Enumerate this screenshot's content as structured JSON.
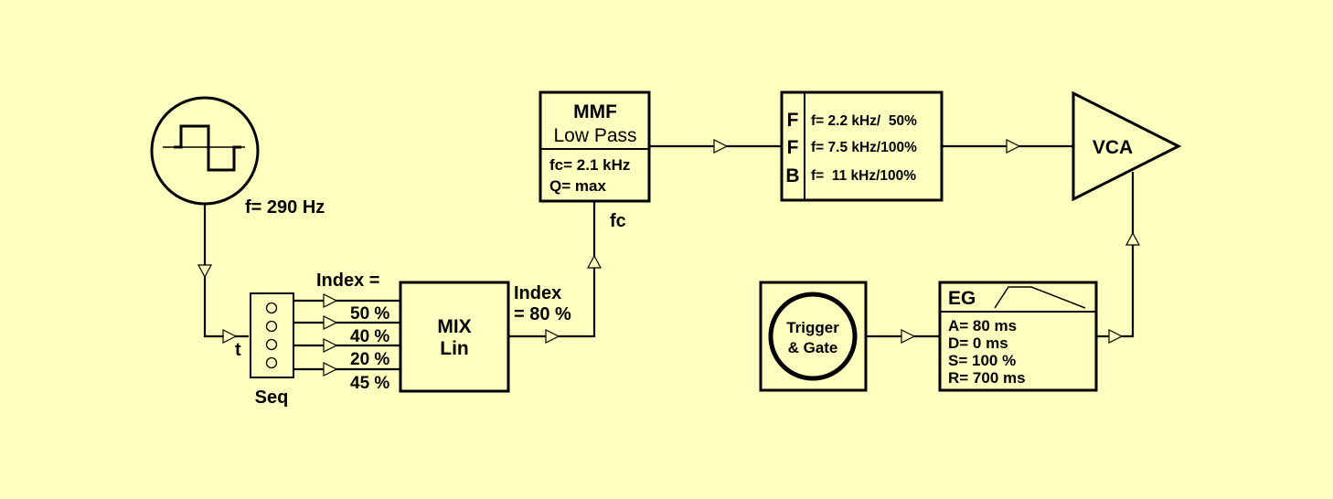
{
  "background": "#FFFFC0",
  "oscillator": {
    "icon": "square-wave-icon",
    "freq_label": "f= 290 Hz"
  },
  "sequencer": {
    "label": "Seq",
    "input_label": "t",
    "header_label": "Index =",
    "steps": [
      "50 %",
      "40 %",
      "20 %",
      "45 %"
    ]
  },
  "mixer": {
    "line1": "MIX",
    "line2": "Lin",
    "index_line1": "Index",
    "index_line2": "= 80 %"
  },
  "filter": {
    "title": "MMF",
    "subtitle": "Low Pass",
    "fc": "fc= 2.1 kHz",
    "q": "Q= max",
    "mod_input_label": "fc"
  },
  "filter_bank": {
    "letters": [
      "F",
      "F",
      "B"
    ],
    "rows": [
      "f= 2.2 kHz/  50%",
      "f= 7.5 kHz/100%",
      "f=  11 kHz/100%"
    ]
  },
  "vca": {
    "label": "VCA"
  },
  "trigger": {
    "line1": "Trigger",
    "line2": "& Gate"
  },
  "envelope": {
    "title": "EG",
    "params": [
      "A= 80 ms",
      "D= 0 ms",
      "S= 100 %",
      "R= 700 ms"
    ]
  }
}
